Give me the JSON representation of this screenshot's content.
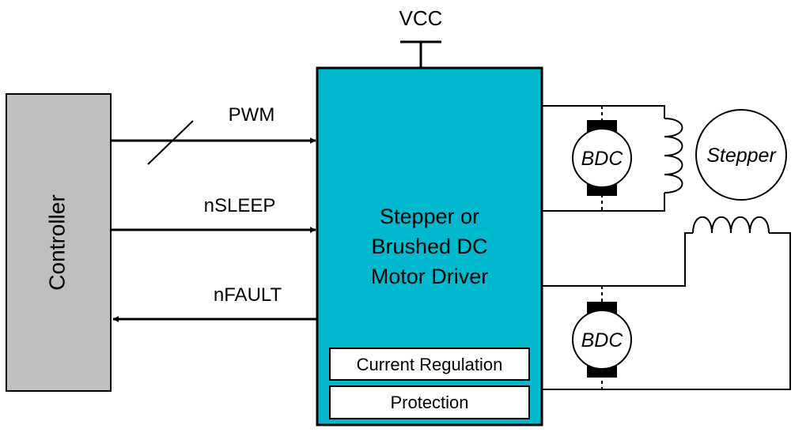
{
  "supply": {
    "label": "VCC"
  },
  "controller": {
    "label": "Controller",
    "color": "#bfbfbf"
  },
  "driver": {
    "title_line1": "Stepper or",
    "title_line2": "Brushed DC",
    "title_line3": "Motor Driver",
    "color": "#00b9cf",
    "blocks": {
      "current_regulation": "Current Regulation",
      "protection": "Protection"
    }
  },
  "signals": {
    "pwm": "PWM",
    "nsleep": "nSLEEP",
    "nfault": "nFAULT"
  },
  "motors": {
    "bdc_top": "BDC",
    "stepper": "Stepper",
    "bdc_bottom": "BDC"
  }
}
